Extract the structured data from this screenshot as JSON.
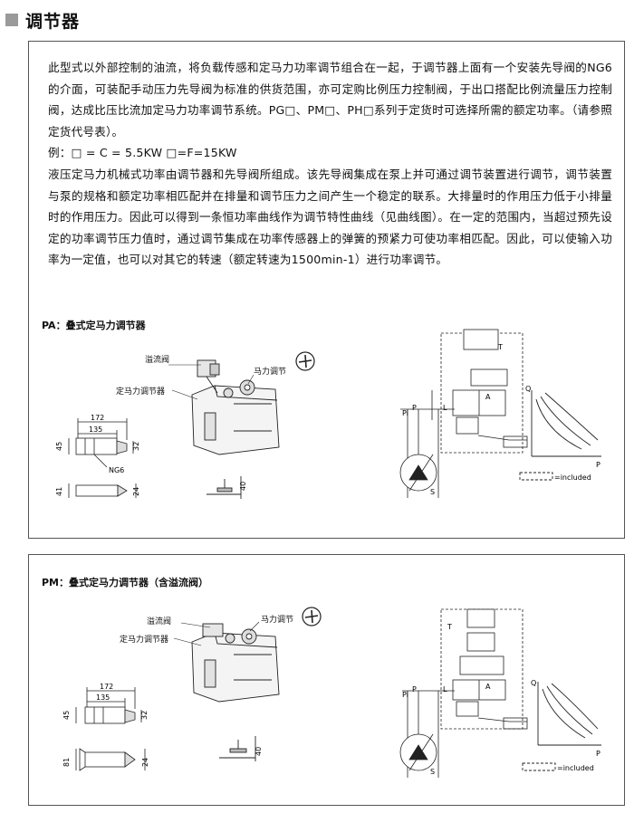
{
  "page": {
    "title": "调节器"
  },
  "intro": {
    "p1": "此型式以外部控制的油流，将负载传感和定马力功率调节组合在一起，于调节器上面有一个安装先导阀的NG6的介面，可装配手动压力先导阀为标准的供货范围，亦可定购比例压力控制阀，于出口搭配比例流量压力控制阀，达成比压比流加定马力功率调节系统。PG□、PM□、PH□系列于定货时可选择所需的额定功率。（请参照定货代号表）。",
    "p2": "例：□ = C = 5.5KW  □=F=15KW",
    "p3": "液压定马力机械式功率由调节器和先导阀所组成。该先导阀集成在泵上并可通过调节装置进行调节，调节装置与泵的规格和额定功率相匹配并在排量和调节压力之间产生一个稳定的联系。大排量时的作用压力低于小排量时的作用压力。因此可以得到一条恒功率曲线作为调节特性曲线（见曲线图）。在一定的范围内，当超过预先设定的功率调节压力值时，通过调节集成在功率传感器上的弹簧的预紧力可使功率相匹配。因此，可以使输入功率为一定值，也可以对其它的转速（额定转速为1500min-1）进行功率调节。"
  },
  "pa": {
    "title": "PA：叠式定马力调节器",
    "label_relief": "溢流阀",
    "label_hp_adjust": "马力调节",
    "label_regulator": "定马力调节器",
    "dims": {
      "d172": "172",
      "d135": "135",
      "d45": "45",
      "d32": "32",
      "d41": "41",
      "d24": "24",
      "d40": "40",
      "ng6": "NG6"
    },
    "schematic": {
      "P": "P",
      "T": "T",
      "A": "A",
      "L": "L",
      "S": "S",
      "Pi": "Pi",
      "Q": "Q",
      "included": "=included"
    }
  },
  "pm": {
    "title": "PM：叠式定马力调节器（含溢流阀）",
    "label_relief": "溢流阀",
    "label_hp_adjust": "马力调节",
    "label_regulator": "定马力调节器",
    "dims": {
      "d172": "172",
      "d135": "135",
      "d45": "45",
      "d32": "32",
      "d81": "81",
      "d24": "24",
      "d40": "40"
    },
    "schematic": {
      "P": "P",
      "T": "T",
      "A": "A",
      "L": "L",
      "S": "S",
      "Pi": "Pi",
      "Q": "Q",
      "included": "=included"
    }
  }
}
